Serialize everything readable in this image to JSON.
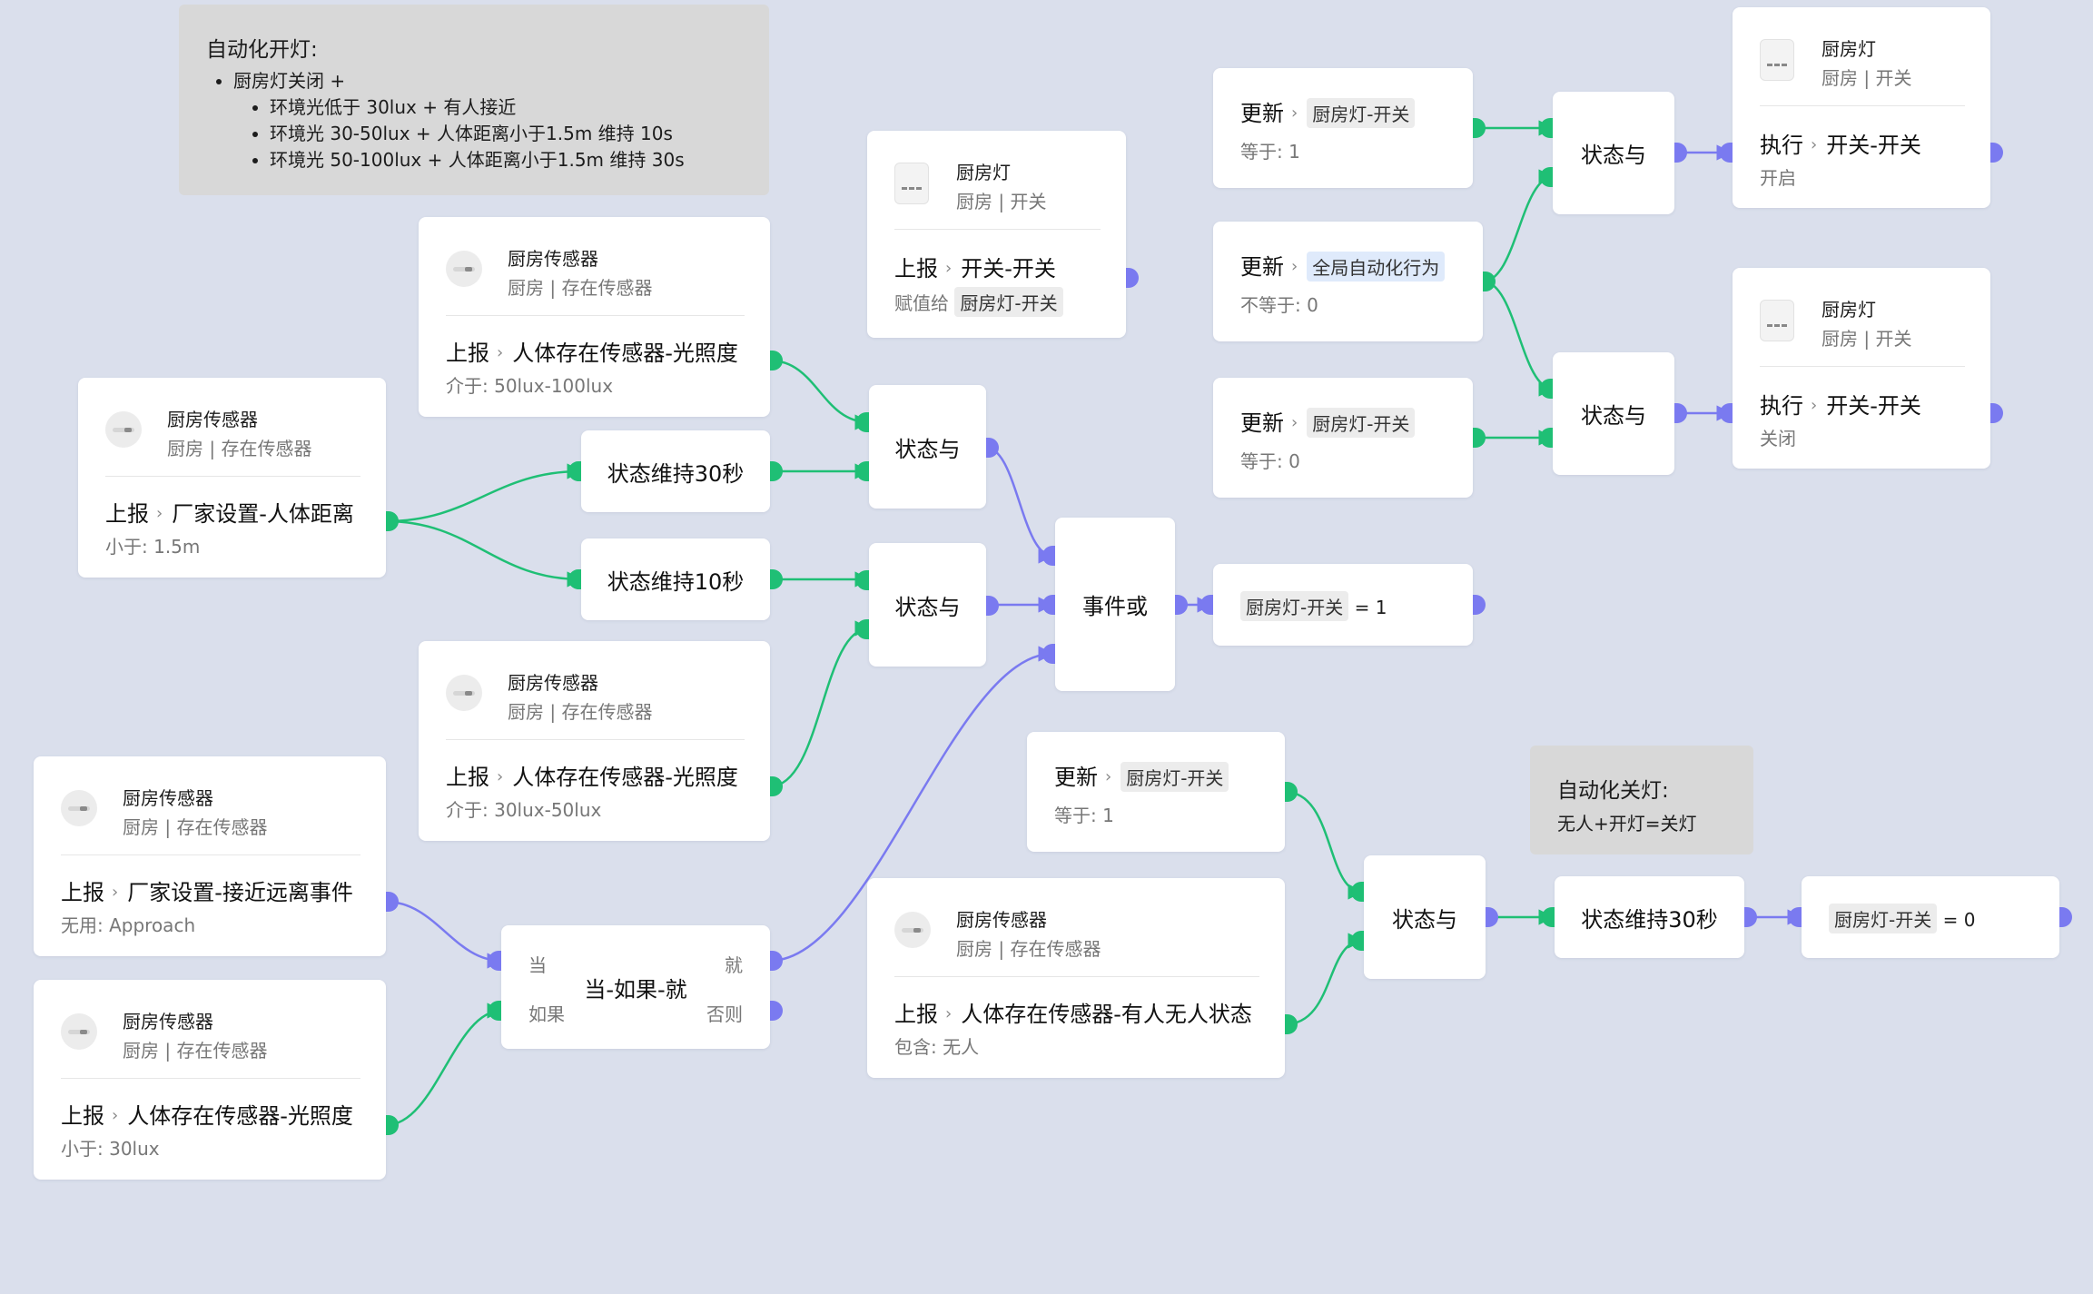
{
  "colors": {
    "background": "#dadfec",
    "node": "#ffffff",
    "note": "#d8d8d8",
    "link_green": "#1fbf75",
    "link_purple": "#7a7af0"
  },
  "notes": {
    "on": {
      "title": "自动化开灯:",
      "item": "厨房灯关闭 +",
      "subitems": [
        "环境光低于 30lux + 有人接近",
        "环境光 30-50lux + 人体距离小于1.5m 维持 10s",
        "环境光 50-100lux + 人体距离小于1.5m 维持 30s"
      ]
    },
    "off": {
      "title": "自动化关灯:",
      "text": "无人+开灯=关灯"
    }
  },
  "icons": {
    "sensor": "presence-sensor-icon",
    "lamp": "light-switch-icon"
  },
  "nodes": {
    "sensor_lux_50_100": {
      "device": "厨房传感器",
      "location": "厨房 | 存在传感器",
      "verb": "上报",
      "action": "人体存在传感器-光照度",
      "condition": "介于: 50lux-100lux"
    },
    "sensor_distance": {
      "device": "厨房传感器",
      "location": "厨房 | 存在传感器",
      "verb": "上报",
      "action": "厂家设置-人体距离",
      "condition": "小于: 1.5m"
    },
    "sensor_lux_30_50": {
      "device": "厨房传感器",
      "location": "厨房 | 存在传感器",
      "verb": "上报",
      "action": "人体存在传感器-光照度",
      "condition": "介于: 30lux-50lux"
    },
    "sensor_approach": {
      "device": "厨房传感器",
      "location": "厨房 | 存在传感器",
      "verb": "上报",
      "action": "厂家设置-接近远离事件",
      "condition": "无用: Approach"
    },
    "sensor_lux_lt30": {
      "device": "厨房传感器",
      "location": "厨房 | 存在传感器",
      "verb": "上报",
      "action": "人体存在传感器-光照度",
      "condition": "小于: 30lux"
    },
    "light_report": {
      "device": "厨房灯",
      "location": "厨房 | 开关",
      "verb": "上报",
      "action": "开关-开关",
      "assign_label": "赋值给",
      "assign_var": "厨房灯-开关"
    },
    "hold_30": {
      "label": "状态维持30秒"
    },
    "hold_10": {
      "label": "状态维持10秒"
    },
    "and_1": {
      "label": "状态与"
    },
    "and_2": {
      "label": "状态与"
    },
    "event_or": {
      "label": "事件或"
    },
    "when_if_then": {
      "label": "当-如果-就",
      "when": "当",
      "if": "如果",
      "then": "就",
      "else": "否则"
    },
    "set_light_1": {
      "var": "厨房灯-开关",
      "eq": "= 1"
    },
    "update_light_eq1_top": {
      "verb": "更新",
      "var": "厨房灯-开关",
      "condition": "等于: 1"
    },
    "update_global": {
      "verb": "更新",
      "var": "全局自动化行为",
      "condition": "不等于: 0"
    },
    "update_light_eq0": {
      "verb": "更新",
      "var": "厨房灯-开关",
      "condition": "等于: 0"
    },
    "and_3": {
      "label": "状态与"
    },
    "and_4": {
      "label": "状态与"
    },
    "exec_on": {
      "device": "厨房灯",
      "location": "厨房 | 开关",
      "verb": "执行",
      "action": "开关-开关",
      "state": "开启"
    },
    "exec_off": {
      "device": "厨房灯",
      "location": "厨房 | 开关",
      "verb": "执行",
      "action": "开关-开关",
      "state": "关闭"
    },
    "update_light_eq1_bottom": {
      "verb": "更新",
      "var": "厨房灯-开关",
      "condition": "等于: 1"
    },
    "sensor_nobody": {
      "device": "厨房传感器",
      "location": "厨房 | 存在传感器",
      "verb": "上报",
      "action": "人体存在传感器-有人无人状态",
      "condition": "包含: 无人"
    },
    "and_5": {
      "label": "状态与"
    },
    "hold_30b": {
      "label": "状态维持30秒"
    },
    "set_light_0": {
      "var": "厨房灯-开关",
      "eq": "= 0"
    }
  }
}
